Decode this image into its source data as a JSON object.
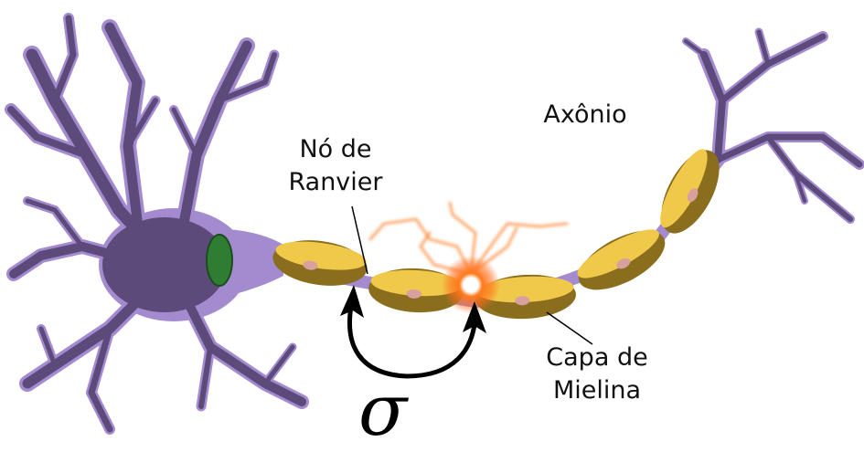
{
  "labels": {
    "axon": "Axônio",
    "node_line1": "Nó de",
    "node_line2": "Ranvier",
    "myelin_line1": "Capa de",
    "myelin_line2": "Mielina",
    "sigma": "σ"
  },
  "colors": {
    "neuron_dark": "#5b4a7a",
    "neuron_light": "#a48bd0",
    "myelin_light": "#f0c84a",
    "myelin_dark": "#8a6e1e",
    "nucleus": "#2e7d32",
    "spark": "#ff6a1a",
    "arrow": "#000000"
  }
}
